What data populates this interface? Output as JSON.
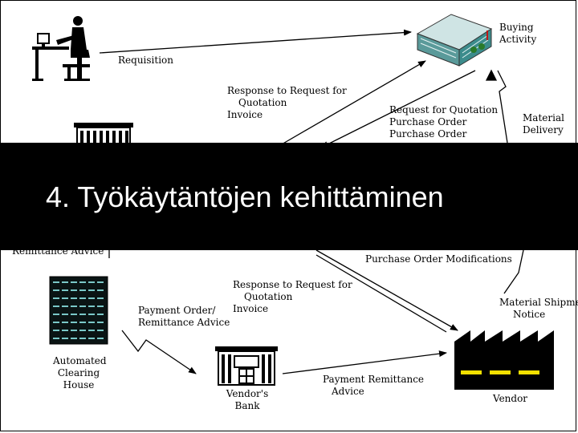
{
  "slide": {
    "title": "4. Työkäytäntöjen kehittäminen"
  },
  "nodes": {
    "buying_activity": [
      "Buying",
      "Activity"
    ],
    "ach": [
      "Automated",
      "Clearing",
      "House"
    ],
    "vendors_bank": [
      "Vendor's",
      "Bank"
    ],
    "vendor": "Vendor"
  },
  "flows": {
    "requisition": "Requisition",
    "response_top": [
      "Response to Request for",
      "Quotation",
      "Invoice"
    ],
    "rfq_po": [
      "Request for Quotation",
      "Purchase Order",
      "Purchase Order"
    ],
    "material_delivery": [
      "Material",
      "Delivery"
    ],
    "remittance_advice": "Remittance Advice",
    "po_modifications": "Purchase Order Modifications",
    "response_bottom": [
      "Response to Request for",
      "Quotation",
      "Invoice"
    ],
    "payment_order": [
      "Payment Order/",
      "Remittance Advice"
    ],
    "shipment_notice": [
      "Material Shipment",
      "Notice"
    ],
    "payment_remittance": [
      "Payment Remittance",
      "Advice"
    ]
  },
  "colors": {
    "banner": "#000000",
    "banner_text": "#ffffff",
    "factory_stripe": "#f2e000",
    "building_glass": "#3c8c8c"
  },
  "icons": [
    "person-at-computer-icon",
    "office-building-icon",
    "bank-building-icon",
    "server-rack-icon",
    "factory-icon"
  ]
}
